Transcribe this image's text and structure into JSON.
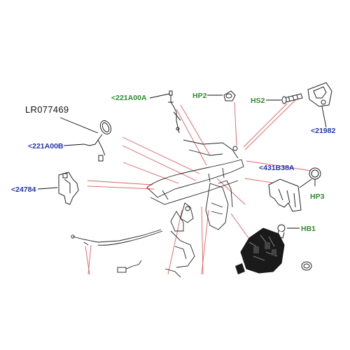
{
  "diagram": {
    "part_number": "LR077469",
    "labels": {
      "l221A00A": "<221A00A",
      "lHP2": "HP2",
      "lHS2": "HS2",
      "l21982": "<21982",
      "l221A00B": "<221A00B",
      "l24784": "<24784",
      "l431B38A": "<431B38A",
      "lHP3": "HP3",
      "lHB1": "HB1"
    },
    "colors": {
      "green_label": "#2e8b2e",
      "blue_label": "#2233aa",
      "leader_red": "#e06060",
      "line_art": "#222222"
    }
  }
}
